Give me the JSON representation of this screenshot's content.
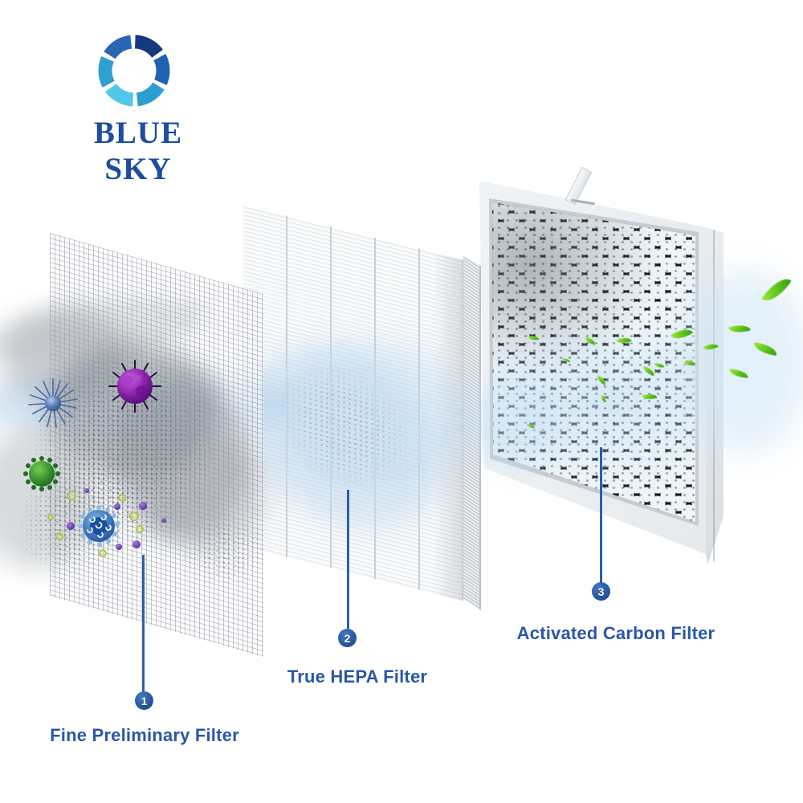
{
  "brand": {
    "name": "BLUE SKY"
  },
  "callouts": [
    {
      "number": "1",
      "label": "Fine Preliminary Filter"
    },
    {
      "number": "2",
      "label": "True HEPA Filter"
    },
    {
      "number": "3",
      "label": "Activated Carbon Filter"
    }
  ],
  "filters": [
    {
      "stage": "1",
      "name": "Fine Preliminary Filter",
      "appearance": "white fine mesh grid panel"
    },
    {
      "stage": "2",
      "name": "True HEPA Filter",
      "appearance": "white pleated panel"
    },
    {
      "stage": "3",
      "name": "Activated Carbon Filter",
      "appearance": "black honeycomb in white frame with pull tab"
    }
  ],
  "colors": {
    "brand_text": "#1c4da0",
    "callout_blue": "#2a5ba8",
    "leaf_green": "#4fae17",
    "airflow_blue": "#cfe4f2",
    "smoke_gray": "#9aa0a6",
    "virus_purple": "#8e24aa",
    "virus_spiky_blue": "#4a6aa5",
    "virus_green": "#2e7d32",
    "virus_round_blue": "#2d69b5",
    "logo_blues": [
      "#16387f",
      "#1f63b0",
      "#2e9ed2",
      "#52c7e8",
      "#2f9fcf",
      "#2a67b2"
    ]
  },
  "icons": [
    "aperture-logo-icon",
    "virus-purple-icon",
    "virus-spiky-blue-icon",
    "virus-green-icon",
    "virus-round-blue-icon",
    "leaf-icon",
    "smoke-cloud",
    "airflow-streak",
    "numbered-marker"
  ]
}
